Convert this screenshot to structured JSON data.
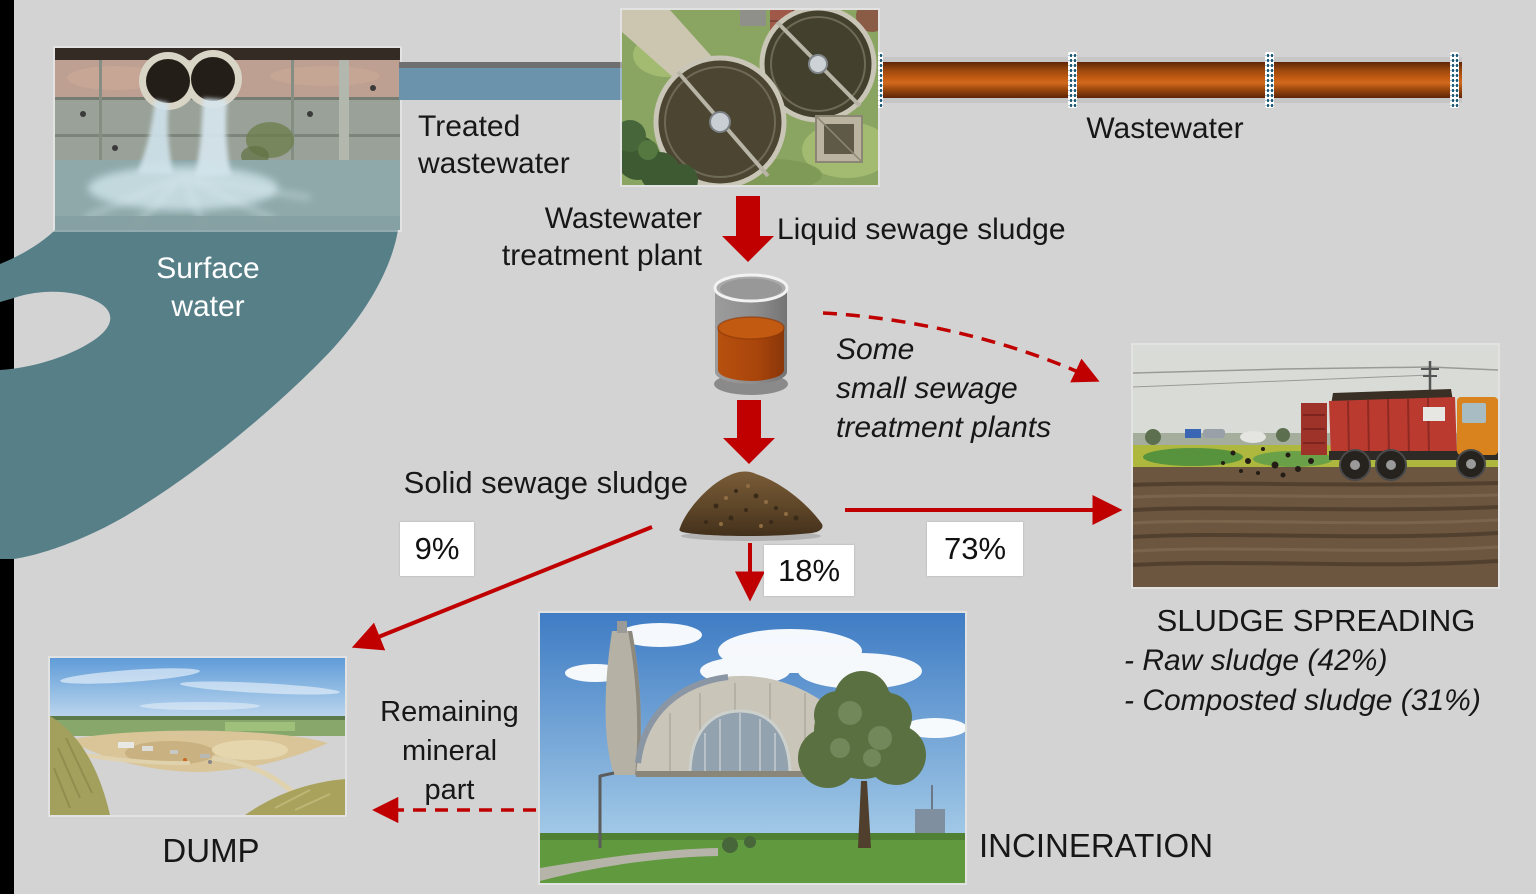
{
  "colors": {
    "background": "#d3d3d3",
    "arrow_red": "#c00000",
    "surface_water_teal": "#567f88",
    "pipe_blue": "#6b93ac",
    "pipe_orange": "#c85e14",
    "black_bar": "#000000"
  },
  "source": {
    "surface_water_line1": "Surface",
    "surface_water_line2": "water"
  },
  "pipes": {
    "treated_line1": "Treated",
    "treated_line2": "wastewater",
    "wastewater_label": "Wastewater"
  },
  "plant": {
    "name_line1": "Wastewater",
    "name_line2": "treatment plant"
  },
  "liquid_sludge": {
    "label": "Liquid sewage sludge"
  },
  "small_plants_note": {
    "line1": "Some",
    "line2": "small sewage",
    "line3": "treatment plants"
  },
  "solid_sludge": {
    "label": "Solid sewage sludge"
  },
  "flows": {
    "to_dump_pct": "9%",
    "to_incineration_pct": "18%",
    "to_spreading_pct": "73%"
  },
  "dump": {
    "label": "DUMP"
  },
  "incineration": {
    "label": "INCINERATION"
  },
  "spreading": {
    "title": "SLUDGE SPREADING",
    "raw": "- Raw sludge (42%)",
    "composted": "- Composted sludge (31%)"
  },
  "remaining_mineral": {
    "line1": "Remaining",
    "line2": "mineral",
    "line3": "part"
  }
}
